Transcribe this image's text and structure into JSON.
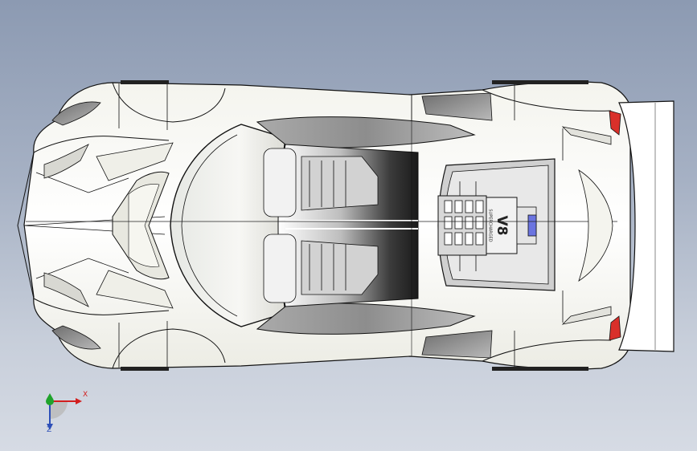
{
  "viewport": {
    "background_top": "#8c9ab2",
    "background_bottom": "#d6dbe4"
  },
  "model": {
    "engine_cover_text": "V8",
    "engine_side_text": "SUPERCHARGED",
    "body_color": "#ffffff",
    "accent_colors": {
      "tail_light": "#d9302a",
      "engine_part": "#6b74e0"
    }
  },
  "triad": {
    "x_label": "X",
    "z_label": "Z",
    "x_color": "#d21e1e",
    "y_color": "#1fa32b",
    "z_color": "#2d4fb8"
  }
}
